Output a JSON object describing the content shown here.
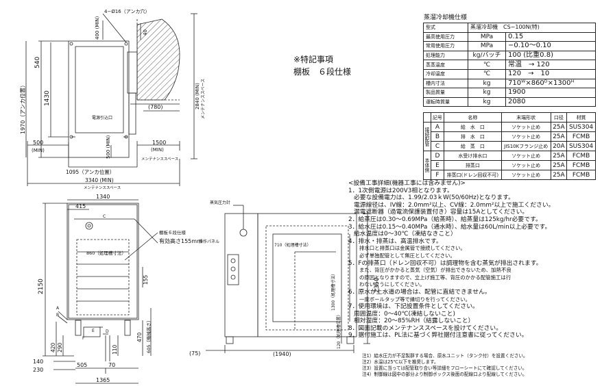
{
  "plan_view": {
    "hole_label": "4−Ø16（アンカ穴）",
    "dims": {
      "d400min": "400 (MIN)",
      "d40": "40",
      "d540": "540",
      "d1970": "1970（アンカ位置）",
      "d1430": "1430",
      "d2840": "2840 (MIN)",
      "maint_v": "メンテナンススペース",
      "d780": "(780)",
      "d500_left": "500",
      "min_left": "(MIN)",
      "d500_mid": "500 (MIN)",
      "d1500": "1500",
      "d1500_min": "(MIN)",
      "maint_h": "メンテナンススペース",
      "d1095": "1095（アンカ位置）",
      "d3340": "3340 (MIN)",
      "maint_bottom": "メンテナンススペース",
      "power_inlet": "電源引込口"
    }
  },
  "front_view": {
    "labels": {
      "d1340": "1340",
      "d415": "415",
      "shelf": "棚板６段仕様",
      "height": "有効高さ155mm",
      "panel": "操作パネル",
      "d860": "860（処理槽寸法）",
      "c": "C",
      "a": "A",
      "b": "B",
      "e": "E",
      "f": "F",
      "d": "D",
      "d2150": "2150",
      "d155": "155",
      "d420": "420",
      "d290": "290",
      "d470": "470",
      "d605": "605（機械高さ）",
      "d110": "110",
      "d140": "140",
      "d230": "230",
      "d505": "505",
      "d70": "70",
      "d1365": "1365"
    }
  },
  "side_view": {
    "labels": {
      "gauge": "蒸気圧力計",
      "d710": "710（処理槽寸法）",
      "d1300": "1300（処理槽寸法）",
      "d120": "120（処理槽位置）",
      "d2350": "2350",
      "d75": "(75)",
      "d1940": "(1940)"
    }
  },
  "special_notes": {
    "title": "※特記事項",
    "item": "棚板　６段仕様"
  },
  "spec": {
    "title": "蒸溜冷却機仕様",
    "rows": [
      {
        "label": "型式",
        "unit": "",
        "value": "蒸溜冷却機　CS−100N(特)"
      },
      {
        "label": "最高使用圧力",
        "unit": "MPa",
        "value": "0.15"
      },
      {
        "label": "常用使用圧力",
        "unit": "MPa",
        "value": "−0.10〜0.10"
      },
      {
        "label": "処理能力",
        "unit": "kg/バッチ",
        "value": "100 (比重0.8)"
      },
      {
        "label": "蒸蒸温度",
        "unit": "℃",
        "value": "常温　→ 120"
      },
      {
        "label": "冷却温度",
        "unit": "℃",
        "value": "120　→　10"
      },
      {
        "label": "槽内寸法",
        "unit": "kg",
        "value": "710ᵂ×860ᴰ×1300ᴴ"
      },
      {
        "label": "製品質量",
        "unit": "kg",
        "value": "1900"
      },
      {
        "label": "運転時質量",
        "unit": "kg",
        "value": "2080"
      }
    ]
  },
  "pipe_table": {
    "headers": [
      "記号",
      "名称",
      "末端形状",
      "口径",
      "材質"
    ],
    "group1": "接続配管",
    "group2": "本体側",
    "rows": [
      {
        "code": "A",
        "name": "給　水　口",
        "end": "ソケット止め",
        "bore": "25A",
        "mat": "SUS304"
      },
      {
        "code": "B",
        "name": "排　水　口",
        "end": "ソケット止め",
        "bore": "25A",
        "mat": "FCMB"
      },
      {
        "code": "C",
        "name": "給　蒸　口",
        "end": "JIS10Kフランジ止め",
        "bore": "20A",
        "mat": "SUS304"
      },
      {
        "code": "D",
        "name": "水受け排水口",
        "end": "ソケット止め",
        "bore": "25A",
        "mat": "FCMB"
      },
      {
        "code": "E",
        "name": "排蒸口",
        "end": "ソケット止め",
        "bore": "25A",
        "mat": "FCMB"
      },
      {
        "code": "F",
        "name": "排蒸口(ドレン回収不可)",
        "end": "ソケット止め",
        "bore": "25A",
        "mat": "FCMB"
      }
    ]
  },
  "instructions": [
    {
      "t": "<設備工事詳細(機器工事には含みません)>",
      "k": "h"
    },
    {
      "t": "1．1次側電源は200V3相となります。",
      "k": "n"
    },
    {
      "t": "必要な設備電力は、1.99/2.03ｋW(50/60Hz)となります。",
      "k": "m"
    },
    {
      "t": "電源線径は、IV線：2.0mm²以上、CV線：2.0mm²以上で施工ください。",
      "k": "m"
    },
    {
      "t": "漏電遮断器（過電流保護装置付き）容量は15Aとしてください。",
      "k": "m"
    },
    {
      "t": "2．給蒸圧は0.30〜0.69MPa（給蒸時）、給蒸量は125kg/hr必要です。",
      "k": "n"
    },
    {
      "t": "3．給水圧は0.15〜0.40MPa（通水時）、給水量は60L/min以上必要です。",
      "k": "n"
    },
    {
      "t": "給水温度は0〜30℃（凍結なきこと）",
      "k": "m"
    },
    {
      "t": "4．排水・排蒸は、高温排水です。",
      "k": "n"
    },
    {
      "t": "排水口と排蒸口は金属管で接続してください。",
      "k": "s"
    },
    {
      "t": "必ず単独配管として無圧としてください。",
      "k": "s"
    },
    {
      "t": "5．Fの排蒸口（ドレン回収不可）は調理物を含む蒸気が排出されます。",
      "k": "n"
    },
    {
      "t": "また、背圧がかかると蒸気（空気）が排出できないため、加熱不良",
      "k": "s"
    },
    {
      "t": "の原因となりますので、立上げ施工等、背圧のかかる配管施工は行",
      "k": "s"
    },
    {
      "t": "わないようにしてください。",
      "k": "s"
    },
    {
      "t": "6．原水が上水道の場合は、配管に直結できません。",
      "k": "n"
    },
    {
      "t": "一度ボールタップ等で縁切りを行ってください。",
      "k": "s"
    },
    {
      "t": "7．使用環境は、下記設置条件としてください。",
      "k": "n"
    },
    {
      "t": "周囲温度：0〜40℃(凍結しないこと)",
      "k": "m"
    },
    {
      "t": "相対湿度：20〜85%RH（結露しないこと）",
      "k": "m"
    },
    {
      "t": "8．図面記載のメンテナンススペースを設けてください。",
      "k": "n"
    },
    {
      "t": "9．据付施工は、PL法に基づく弊社据付注意書に従ってください。",
      "k": "n"
    }
  ],
  "footnotes": [
    "注1）給水圧力が不足製群する場合、原水ユニット（タンク付）を設置ください。",
    "注2）水温は25℃以下を推奨します。",
    "注3）設置に当っては配管取り合い等詳細をフローシートにて確認してください。",
    "注4）制御線は図中の部分より制御ボックス後面の配線口より配線してください。"
  ]
}
